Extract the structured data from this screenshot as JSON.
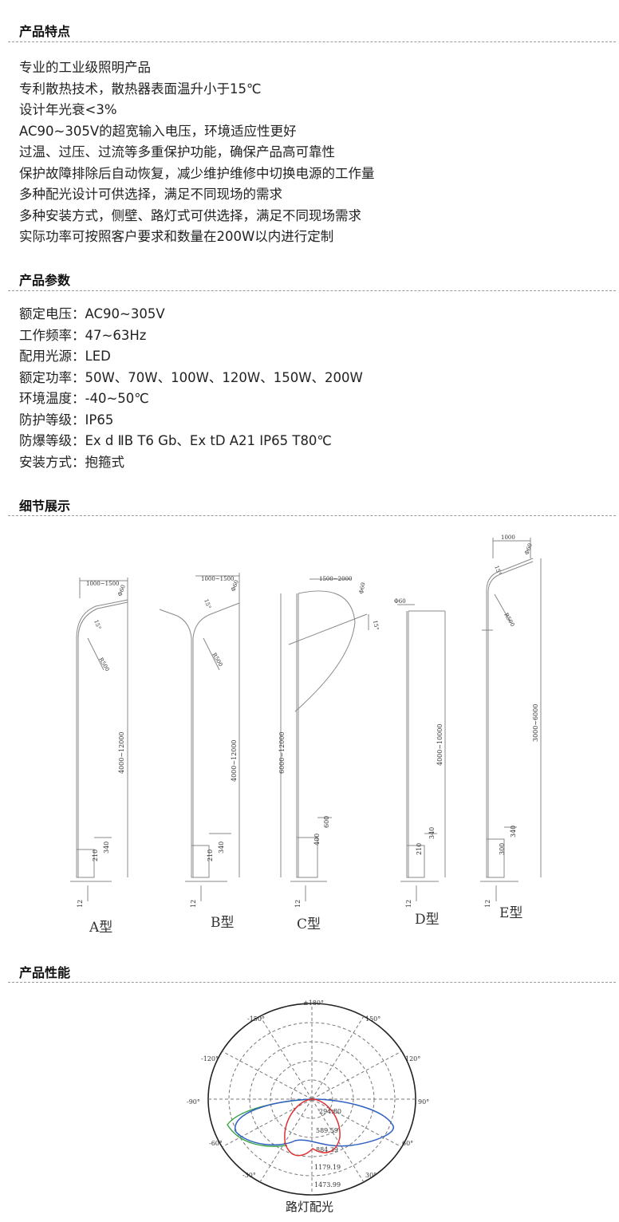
{
  "sections": {
    "features": {
      "title": "产品特点",
      "items": [
        "专业的工业级照明产品",
        "专利散热技术，散热器表面温升小于15℃",
        "设计年光衰<3%",
        "AC90~305V的超宽输入电压，环境适应性更好",
        "过温、过压、过流等多重保护功能，确保产品高可靠性",
        "保护故障排除后自动恢复，减少维护维修中切换电源的工作量",
        "多种配光设计可供选择，满足不同现场的需求",
        "多种安装方式，侧壁、路灯式可供选择，满足不同现场需求",
        "实际功率可按照客户要求和数量在200W以内进行定制"
      ]
    },
    "params": {
      "title": "产品参数",
      "items": [
        "额定电压：AC90~305V",
        "工作频率：47~63Hz",
        "配用光源：LED",
        "额定功率：50W、70W、100W、120W、150W、200W",
        "环境温度：-40~50℃",
        "防护等级：IP65",
        "防爆等级：Ex d ⅡB T6 Gb、Ex tD A21 IP65 T80℃",
        "安装方式：抱箍式"
      ]
    },
    "details": {
      "title": "细节展示",
      "poles": [
        {
          "type": "A型",
          "height": "4000~12000",
          "arm": "1000~1500",
          "dia": "Φ60",
          "angle": "15°",
          "radius": "R500",
          "base1": "340",
          "base2": "210",
          "base3": "12"
        },
        {
          "type": "B型",
          "height": "4000~12000",
          "arm": "1000~1500",
          "dia": "Φ60",
          "angle": "15°",
          "radius": "R500",
          "base1": "340",
          "base2": "210",
          "base3": "12"
        },
        {
          "type": "C型",
          "height": "6000~12000",
          "arm": "1500~2000",
          "dia": "Φ60",
          "angle": "15°",
          "radius": "",
          "base1": "600",
          "base2": "400",
          "base3": "12"
        },
        {
          "type": "D型",
          "height": "4000~10000",
          "arm": "",
          "dia": "Φ60",
          "angle": "",
          "radius": "",
          "base1": "340",
          "base2": "210",
          "base3": "12"
        },
        {
          "type": "E型",
          "height": "3000~6000",
          "arm": "1000",
          "dia": "Φ60",
          "angle": "15°",
          "radius": "R500",
          "base1": "340",
          "base2": "300",
          "base3": "12"
        }
      ]
    },
    "performance": {
      "title": "产品性能",
      "caption": "路灯配光",
      "angle_labels": [
        "±180°",
        "-150°",
        "150°",
        "-120°",
        "120°",
        "-90°",
        "90°",
        "-60°",
        "60°",
        "-30°",
        "30°"
      ],
      "ring_labels": [
        "294.80",
        "589.59",
        "884.39",
        "1179.19",
        "1473.99"
      ],
      "colors": {
        "curve_red": "#e03030",
        "curve_blue": "#3060c0",
        "curve_green": "#30a040"
      }
    }
  }
}
